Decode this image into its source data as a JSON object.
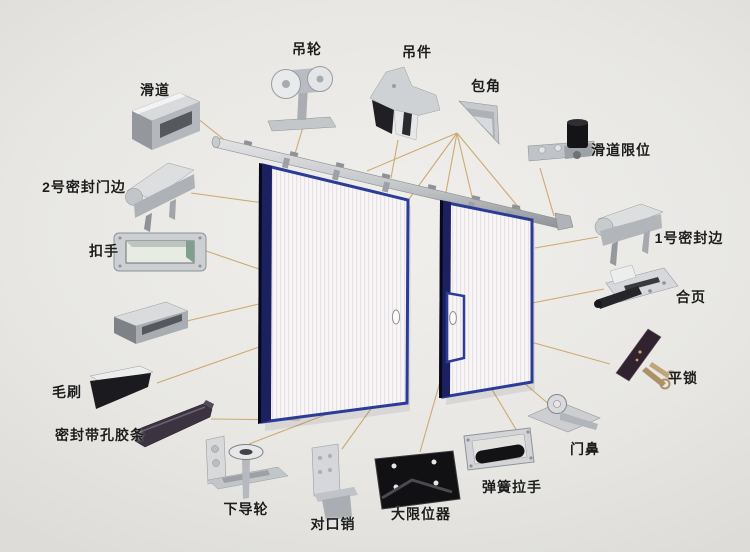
{
  "diagram": {
    "subject": "sliding-door-hardware-parts-diagram",
    "door_count": 2
  },
  "parts": [
    {
      "id": "slide-track",
      "label": "滑道"
    },
    {
      "id": "hanging-wheel",
      "label": "吊轮"
    },
    {
      "id": "hanging-bracket",
      "label": "吊件"
    },
    {
      "id": "corner-wrap",
      "label": "包角"
    },
    {
      "id": "slide-limit",
      "label": "滑道限位"
    },
    {
      "id": "seal-door-edge-2",
      "label": "2号密封门边"
    },
    {
      "id": "recessed-handle",
      "label": "扣手"
    },
    {
      "id": "seal-edge-1",
      "label": "1号密封边"
    },
    {
      "id": "hinge",
      "label": "合页"
    },
    {
      "id": "flat-lock",
      "label": "平锁"
    },
    {
      "id": "brush",
      "label": "毛刷"
    },
    {
      "id": "perforated-seal-strip",
      "label": "密封带孔胶条"
    },
    {
      "id": "door-nose",
      "label": "门鼻"
    },
    {
      "id": "lower-guide-wheel",
      "label": "下导轮"
    },
    {
      "id": "butt-pin",
      "label": "对口销"
    },
    {
      "id": "big-limiter",
      "label": "大限位器"
    },
    {
      "id": "spring-handle",
      "label": "弹簧拉手"
    }
  ],
  "colors": {
    "background": "#e8e7e4",
    "door_frame_blue": "#2c3c96",
    "door_stile_navy": "#1b2160",
    "door_surface": "#f8f5f4",
    "connector_line": "#c79f5e",
    "metal_light": "#d6d8db",
    "metal_mid": "#b0b3b7",
    "dark_part": "#141416"
  }
}
